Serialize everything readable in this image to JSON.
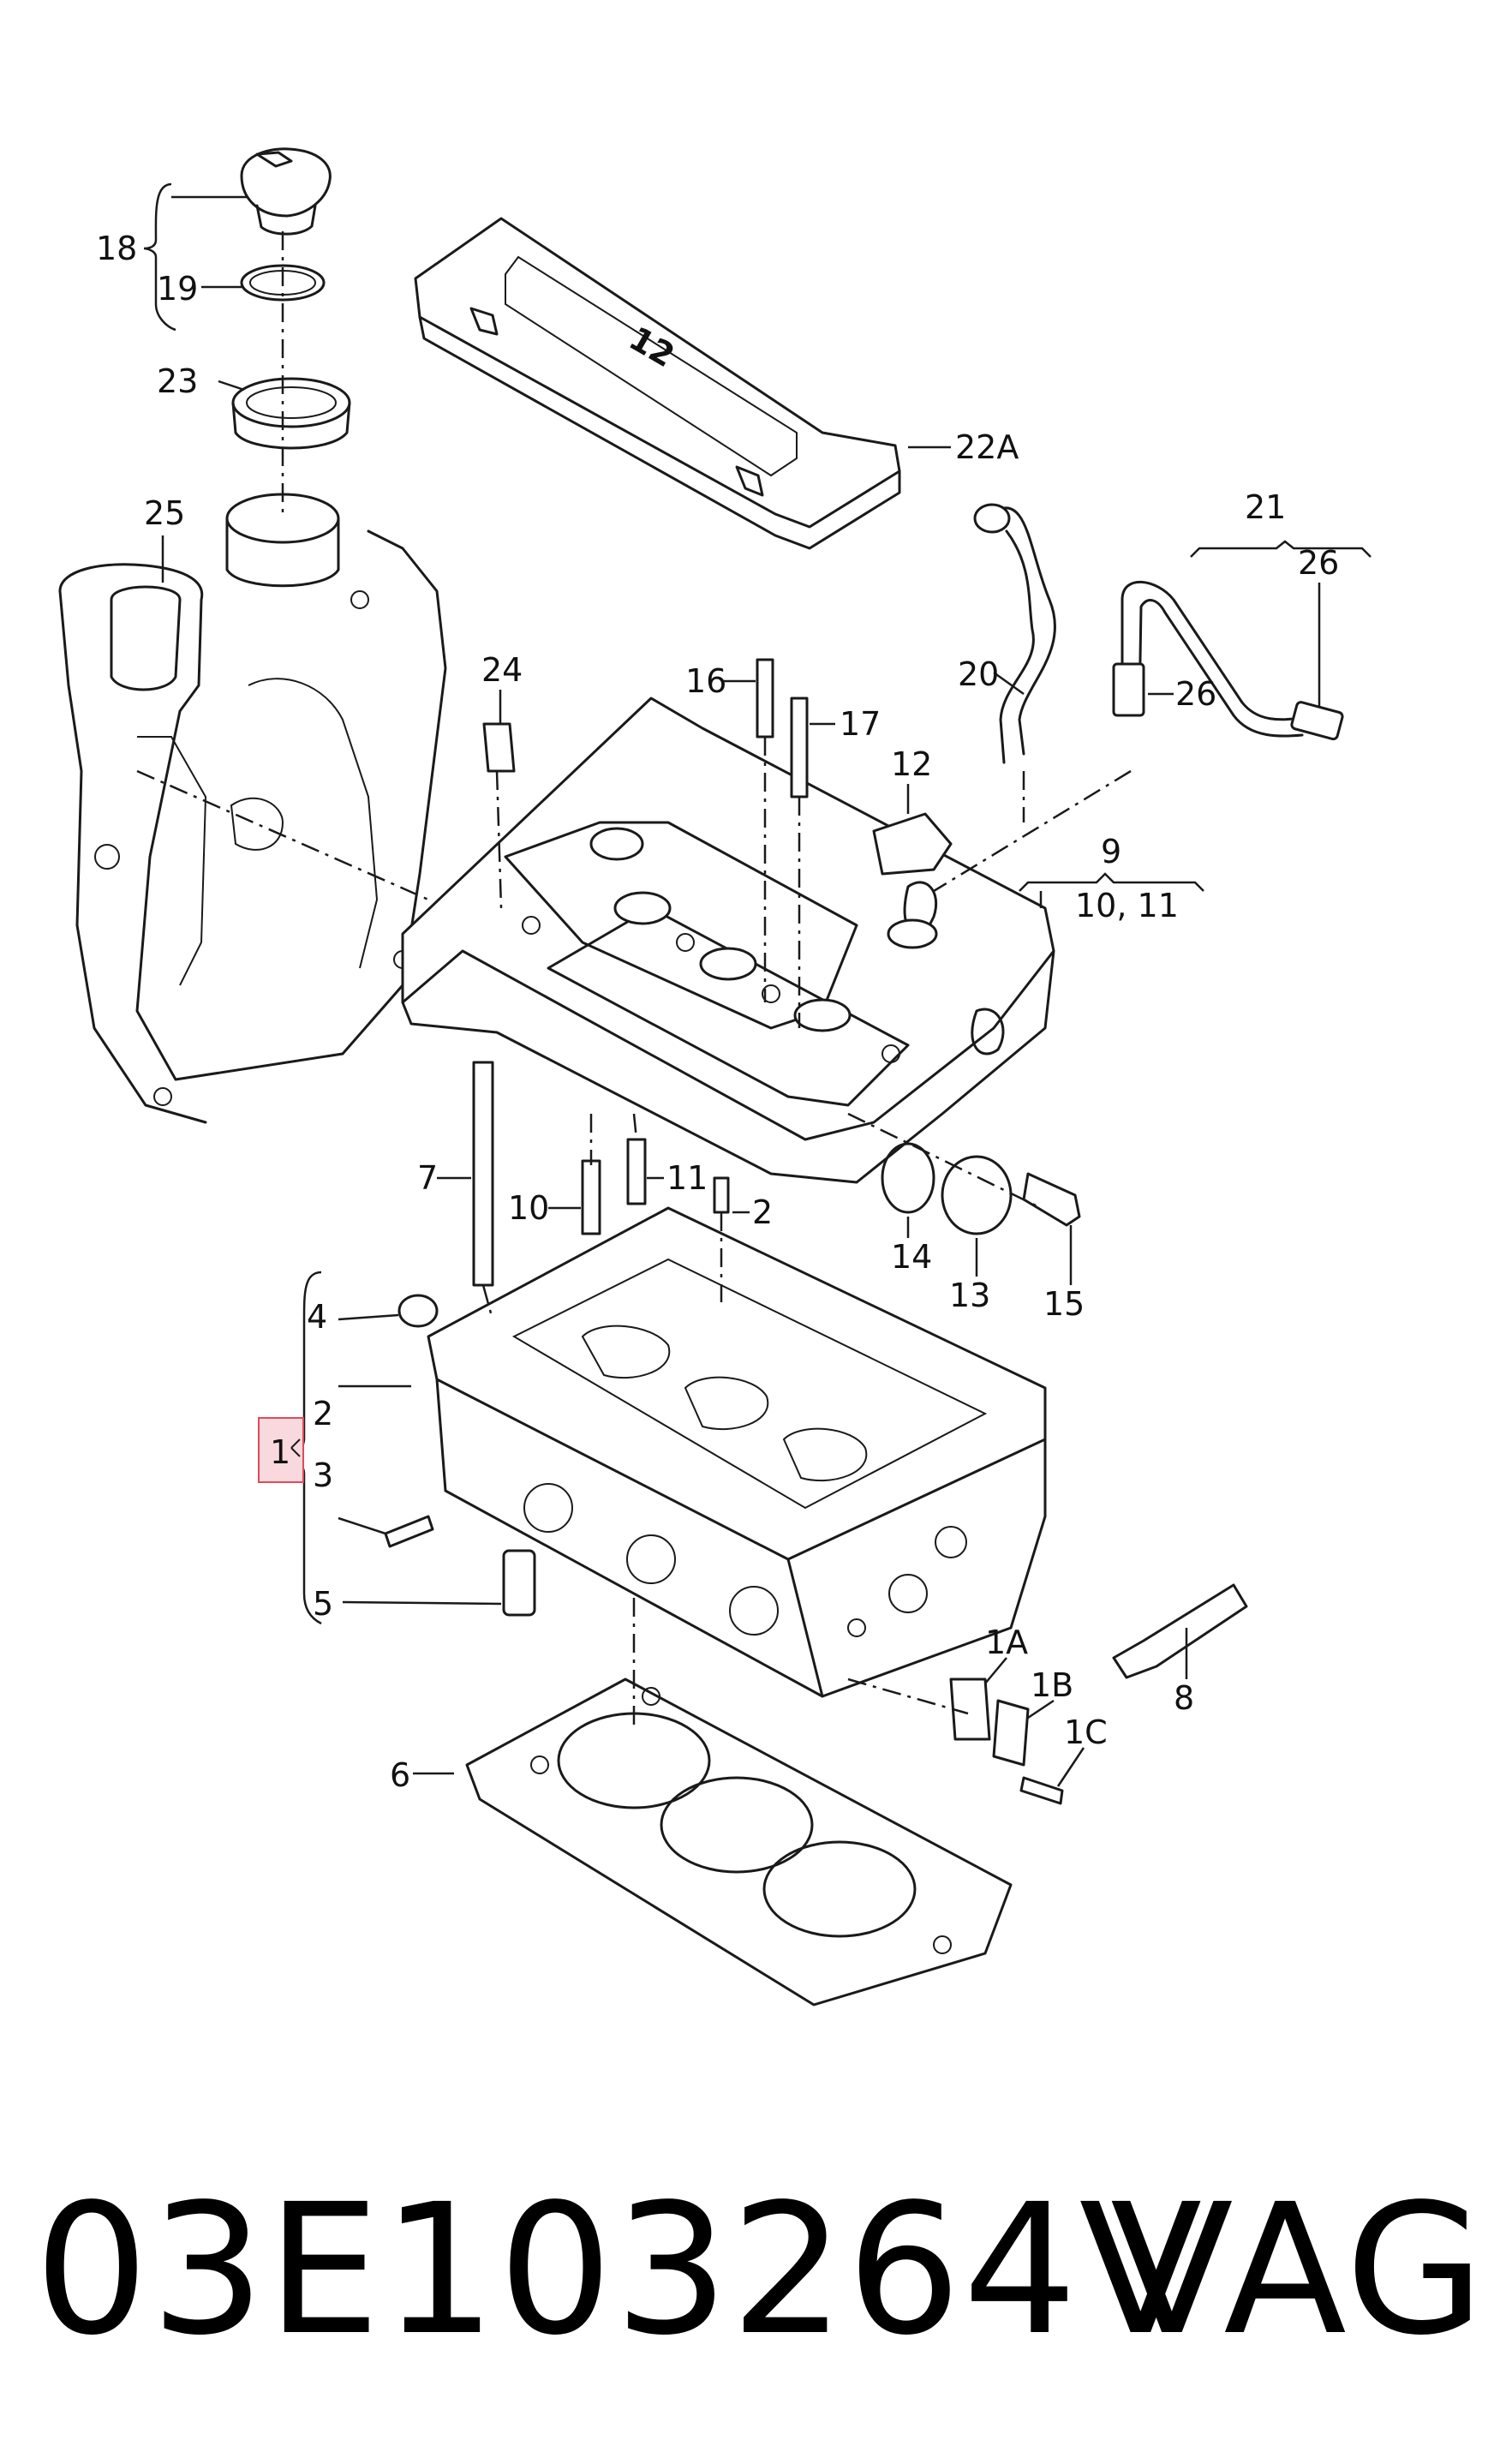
{
  "callouts": [
    {
      "id": "18",
      "label": "18"
    },
    {
      "id": "19",
      "label": "19"
    },
    {
      "id": "23",
      "label": "23"
    },
    {
      "id": "25",
      "label": "25"
    },
    {
      "id": "22A",
      "label": "22A"
    },
    {
      "id": "21",
      "label": "21"
    },
    {
      "id": "26a",
      "label": "26"
    },
    {
      "id": "26b",
      "label": "26"
    },
    {
      "id": "20",
      "label": "20"
    },
    {
      "id": "24",
      "label": "24"
    },
    {
      "id": "16",
      "label": "16"
    },
    {
      "id": "17",
      "label": "17"
    },
    {
      "id": "12",
      "label": "12"
    },
    {
      "id": "9",
      "label": "9"
    },
    {
      "id": "10_11",
      "label": "10, 11"
    },
    {
      "id": "7",
      "label": "7"
    },
    {
      "id": "10",
      "label": "10"
    },
    {
      "id": "11",
      "label": "11"
    },
    {
      "id": "2a",
      "label": "2"
    },
    {
      "id": "14",
      "label": "14"
    },
    {
      "id": "13",
      "label": "13"
    },
    {
      "id": "15",
      "label": "15"
    },
    {
      "id": "4",
      "label": "4"
    },
    {
      "id": "2b",
      "label": "2"
    },
    {
      "id": "1",
      "label": "1"
    },
    {
      "id": "3",
      "label": "3"
    },
    {
      "id": "5",
      "label": "5"
    },
    {
      "id": "6",
      "label": "6"
    },
    {
      "id": "1A",
      "label": "1A"
    },
    {
      "id": "1B",
      "label": "1B"
    },
    {
      "id": "1C",
      "label": "1C"
    },
    {
      "id": "8",
      "label": "8"
    }
  ],
  "cover_badge": "12",
  "highlight_color": "#e04a5a",
  "footer": {
    "part_number": "03E103264V",
    "brand": "VAG"
  }
}
